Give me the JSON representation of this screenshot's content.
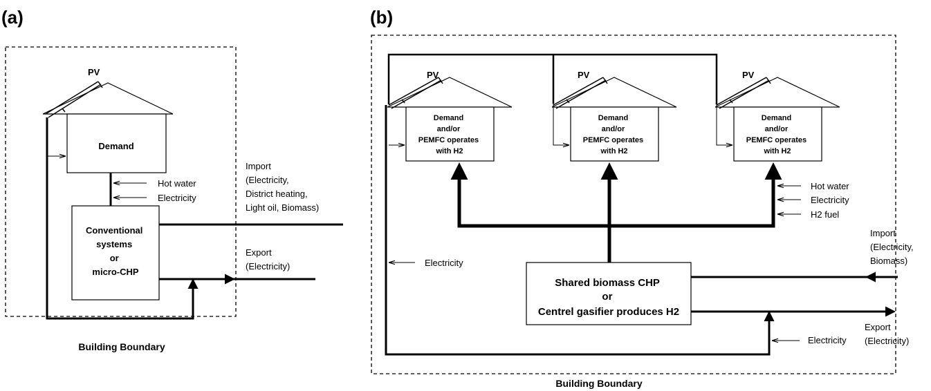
{
  "panel_a": {
    "label": "(a)",
    "pv": "PV",
    "demand": "Demand",
    "hot_water": "Hot water",
    "electricity": "Electricity",
    "conv_lines": [
      "Conventional",
      "systems",
      "or",
      "micro-CHP"
    ],
    "import_lines": [
      "Import",
      "(Electricity,",
      "District heating,",
      "Light oil,  Biomass)"
    ],
    "export_lines": [
      "Export",
      "(Electricity)"
    ],
    "boundary": "Building Boundary"
  },
  "panel_b": {
    "label": "(b)",
    "pv": "PV",
    "house_lines": [
      "Demand",
      "and/or",
      "PEMFC operates",
      "with H2"
    ],
    "hot_water": "Hot water",
    "electricity": "Electricity",
    "h2_fuel": "H2 fuel",
    "electricity_left": "Electricity",
    "electricity_bottom": "Electricity",
    "chp_lines": [
      "Shared biomass CHP",
      "or",
      "Centrel gasifier produces H2"
    ],
    "import_lines": [
      "Import",
      "(Electricity,",
      "Biomass)"
    ],
    "export_lines": [
      "Export",
      "(Electricity)"
    ],
    "boundary": "Building Boundary"
  }
}
